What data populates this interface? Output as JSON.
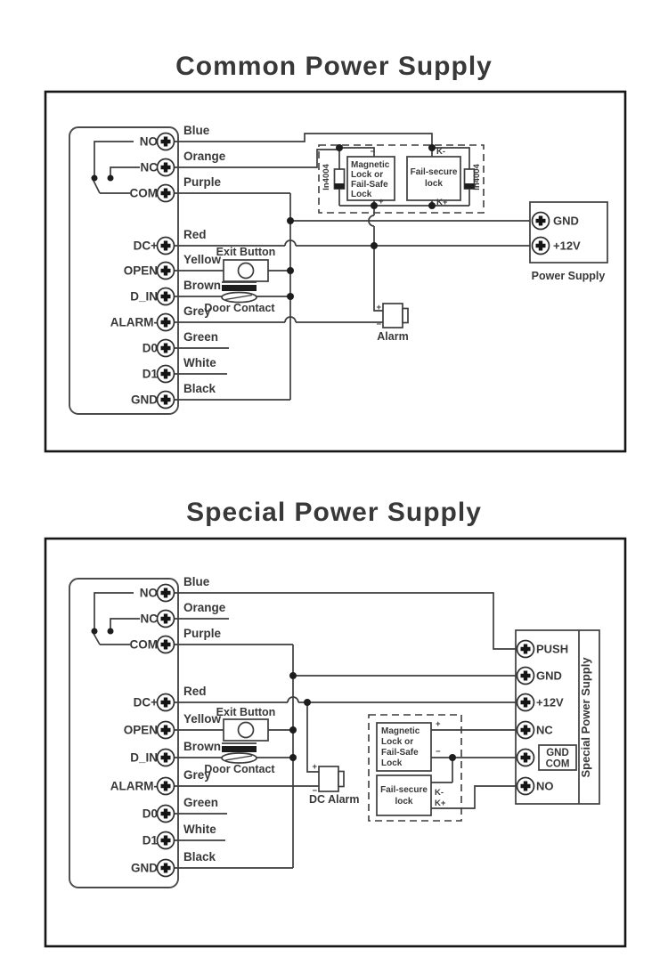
{
  "colors": {
    "title": "#8bc34a",
    "line": "#3d3d3d"
  },
  "common": {
    "title": "Common Power Supply",
    "terminals": [
      "NO",
      "NC",
      "COM",
      "DC+",
      "OPEN",
      "D_IN",
      "ALARM-",
      "D0",
      "D1",
      "GND"
    ],
    "wires": [
      "Blue",
      "Orange",
      "Purple",
      "Red",
      "Yellow",
      "Brown",
      "Grey",
      "Green",
      "White",
      "Black"
    ],
    "exit_button_label": "Exit Button",
    "door_contact_label": "Door Contact",
    "alarm_label": "Alarm",
    "alarm_plus": "+",
    "alarm_minus": "−",
    "lock": {
      "magnetic_lines": [
        "Magnetic",
        "Lock or",
        "Fail-Safe",
        "Lock"
      ],
      "fail_secure_lines": [
        "Fail-secure",
        "lock"
      ],
      "diode_left": "In4004",
      "diode_right": "In4004",
      "minus": "−",
      "plus": "+",
      "k_minus": "K-",
      "k_plus": "K+"
    },
    "power_supply": {
      "terminals": [
        "GND",
        "+12V"
      ],
      "label": "Power Supply"
    }
  },
  "special": {
    "title": "Special Power Supply",
    "terminals": [
      "NO",
      "NC",
      "COM",
      "DC+",
      "OPEN",
      "D_IN",
      "ALARM-",
      "D0",
      "D1",
      "GND"
    ],
    "wires": [
      "Blue",
      "Orange",
      "Purple",
      "Red",
      "Yellow",
      "Brown",
      "Grey",
      "Green",
      "White",
      "Black"
    ],
    "exit_button_label": "Exit Button",
    "door_contact_label": "Door Contact",
    "dc_alarm_label": "DC Alarm",
    "dc_alarm_plus": "+",
    "dc_alarm_minus": "−",
    "lock": {
      "magnetic_lines": [
        "Magnetic",
        "Lock or",
        "Fail-Safe",
        "Lock"
      ],
      "fail_secure_lines": [
        "Fail-secure",
        "lock"
      ],
      "plus": "+",
      "minus": "−",
      "k_minus": "K-",
      "k_plus": "K+"
    },
    "psu": {
      "labels": [
        "PUSH",
        "GND",
        "+12V",
        "NC",
        "NO"
      ],
      "gnd_com": [
        "GND",
        "COM"
      ],
      "rotated_label": "Special Power Supply"
    }
  }
}
